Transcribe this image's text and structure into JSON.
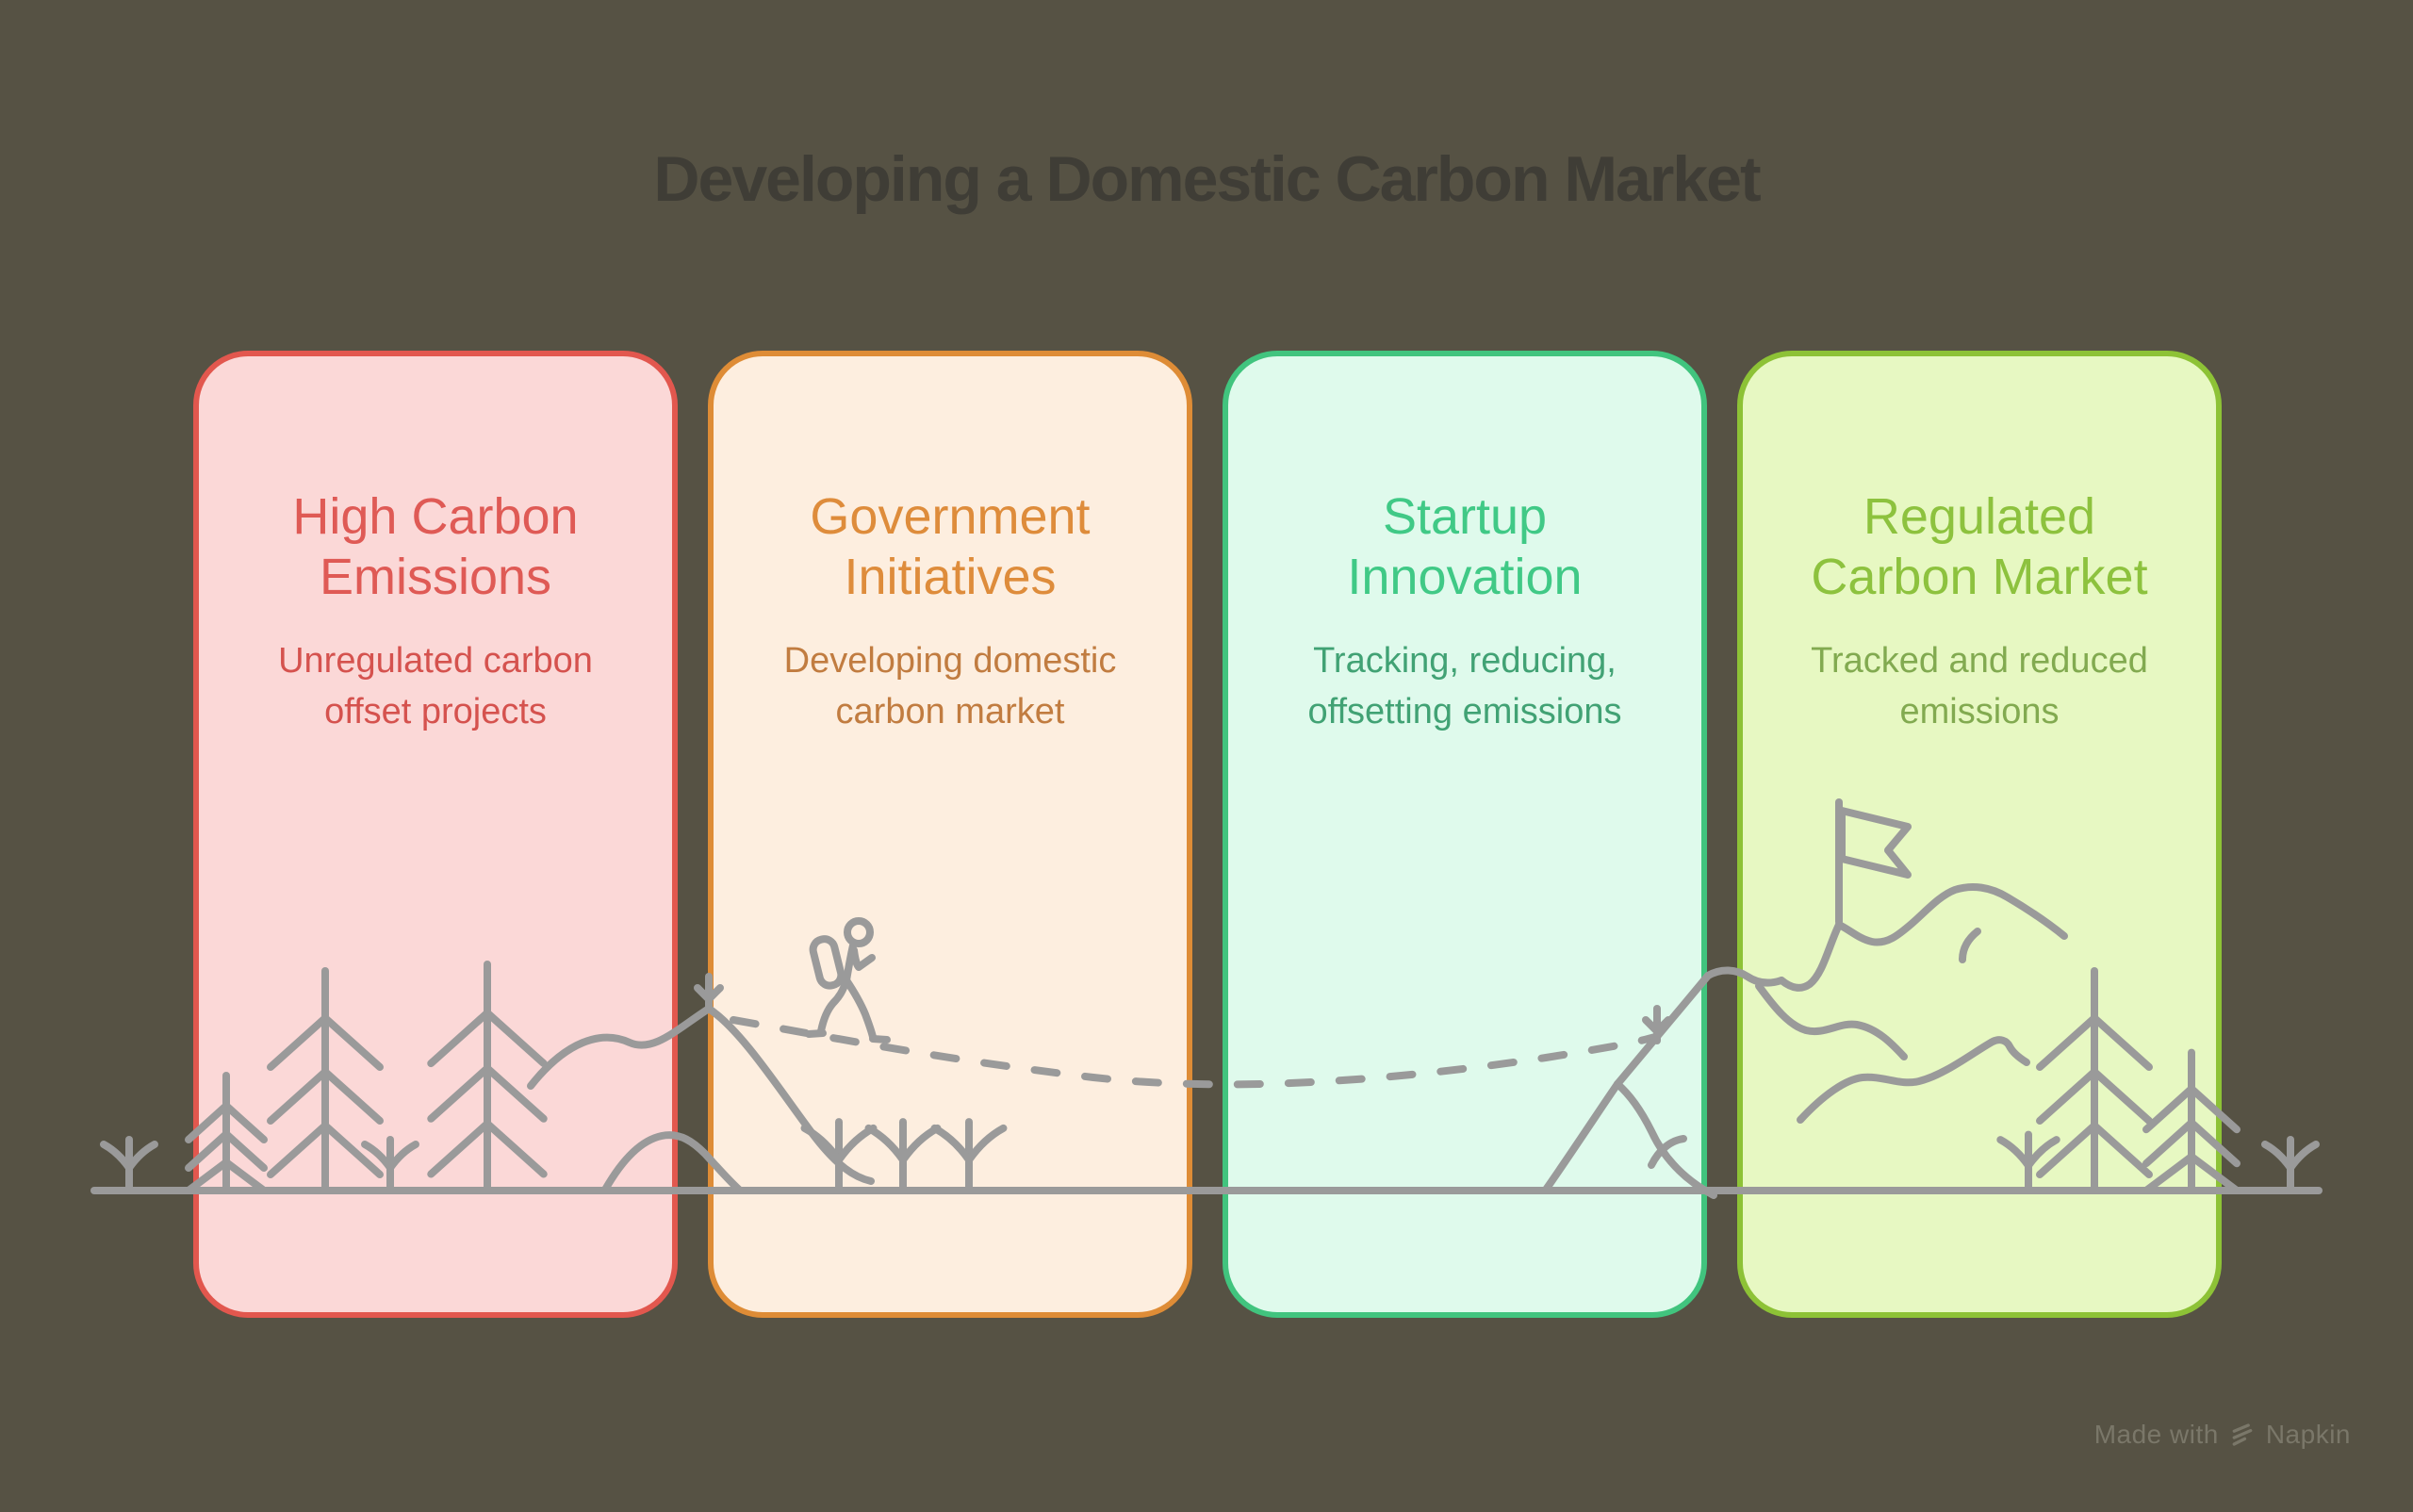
{
  "title": "Developing a Domestic Carbon Market",
  "cards": [
    {
      "id": "high-carbon-emissions",
      "heading": "High Carbon Emissions",
      "subtitle": "Unregulated carbon offset projects",
      "colors": {
        "fill": "#FBD8D7",
        "border": "#E2574E",
        "heading": "#DF5A55",
        "subtitle": "#D5524E"
      }
    },
    {
      "id": "government-initiatives",
      "heading": "Government Initiatives",
      "subtitle": "Developing domestic carbon market",
      "colors": {
        "fill": "#FDEEDF",
        "border": "#DE8C36",
        "heading": "#DE8C3B",
        "subtitle": "#C17C40"
      }
    },
    {
      "id": "startup-innovation",
      "heading": "Startup Innovation",
      "subtitle": "Tracking, reducing, offsetting emissions",
      "colors": {
        "fill": "#DFFAEC",
        "border": "#41C47E",
        "heading": "#40C986",
        "subtitle": "#41A274"
      }
    },
    {
      "id": "regulated-carbon-market",
      "heading": "Regulated Carbon Market",
      "subtitle": "Tracked and reduced emissions",
      "colors": {
        "fill": "#E7F8C2",
        "border": "#8DC236",
        "heading": "#8DC23E",
        "subtitle": "#82AA50"
      }
    }
  ],
  "watermark": {
    "prefix": "Made with",
    "brand": "Napkin"
  },
  "canvas": {
    "background": "#565244",
    "title_color": "#3F3D36",
    "illustration_color": "#9A9A9A",
    "watermark_color": "#7A7769"
  },
  "illustration": {
    "elements": [
      "ground-line",
      "pine-tree",
      "sapling",
      "hill",
      "summit-tree-tick",
      "hiker",
      "dashed-trail",
      "mountain",
      "summit-flag",
      "ridge"
    ]
  }
}
